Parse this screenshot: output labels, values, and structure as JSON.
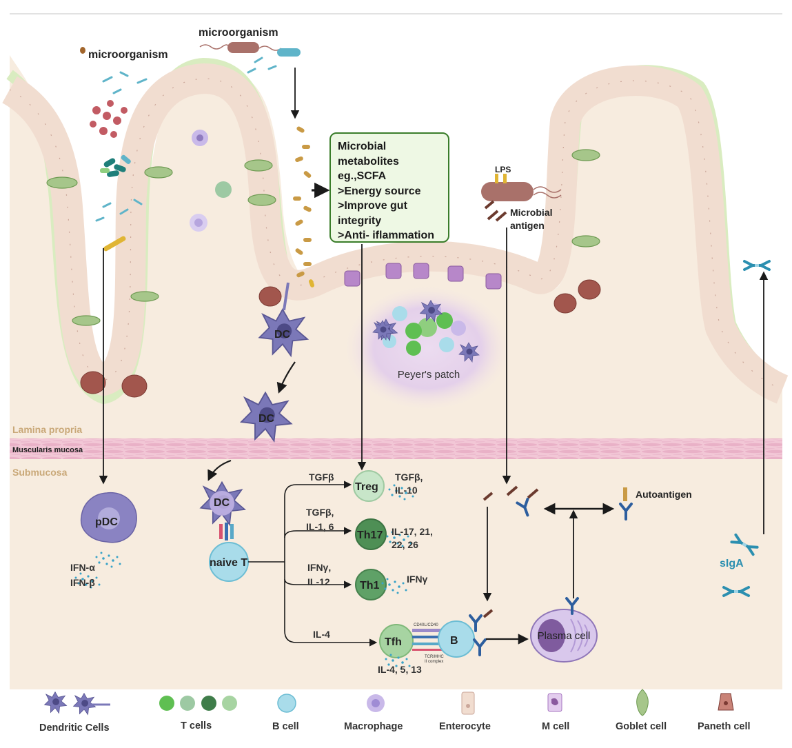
{
  "labels": {
    "microorganism_left": "microorganism",
    "microorganism_top": "microorganism",
    "lps": "LPS",
    "microbial_antigen": [
      "Microbial",
      "antigen"
    ],
    "autoantigen": "Autoantigen",
    "siga": "sIgA",
    "peyers_patch": "Peyer's patch",
    "lamina_propria": "Lamina propria",
    "muscularis_mucosa": "Muscularis mucosa",
    "submucosa": "Submucosa",
    "dc": "DC",
    "pdc": "pDC",
    "ifn_alpha": "IFN-α",
    "ifn_beta": "IFN-β",
    "naive_t": "naive T",
    "treg": "Treg",
    "th17": "Th17",
    "th1": "Th1",
    "tfh": "Tfh",
    "b": "B",
    "plasma_cell": "Plasma cell"
  },
  "metabolites_box": {
    "lines": [
      "Microbial",
      "metabolites",
      "eg.,SCFA",
      ">Energy source",
      ">Improve gut",
      "integrity",
      ">Anti- iflammation"
    ]
  },
  "pathway_inputs": {
    "treg": "TGFβ",
    "th17": [
      "TGFβ,",
      "IL-1, 6"
    ],
    "th1": [
      "IFNγ,",
      "IL-12"
    ],
    "tfh": "IL-4"
  },
  "pathway_outputs": {
    "treg": [
      "TGFβ,",
      "IL-10"
    ],
    "th17": [
      "IL-17, 21,",
      "22, 26"
    ],
    "th1": "IFNγ",
    "tfh": "IL-4, 5, 13"
  },
  "synapse_small_labels": [
    "CD40L/CD40",
    "TCR/MHC",
    "II complex"
  ],
  "legend": [
    {
      "label": "Dendritic Cells",
      "icon": "dendritic-cell-icon"
    },
    {
      "label": "T cells",
      "icon": "t-cell-icon"
    },
    {
      "label": "B cell",
      "icon": "b-cell-icon"
    },
    {
      "label": "Macrophage",
      "icon": "macrophage-icon"
    },
    {
      "label": "Enterocyte",
      "icon": "enterocyte-icon"
    },
    {
      "label": "M cell",
      "icon": "m-cell-icon"
    },
    {
      "label": "Goblet cell",
      "icon": "goblet-cell-icon"
    },
    {
      "label": "Paneth cell",
      "icon": "paneth-cell-icon"
    }
  ],
  "colors": {
    "epithelium_fill": "#f1ddd0",
    "epithelium_border": "#cba79a",
    "mucus": "#d9ecc0",
    "lamina_bg": "#f7ecdf",
    "muscularis": "#f2c7d6",
    "dc_purple": "#7b78b8",
    "treg": "#c8e6c9",
    "th17": "#4e8f55",
    "th1": "#5fa167",
    "b_cell": "#a9dcea",
    "plasma": "#7f5b9e",
    "antibody": "#2d5e9e",
    "siga": "#2b8fb0",
    "metabolite_box_border": "#3a7d2a"
  }
}
